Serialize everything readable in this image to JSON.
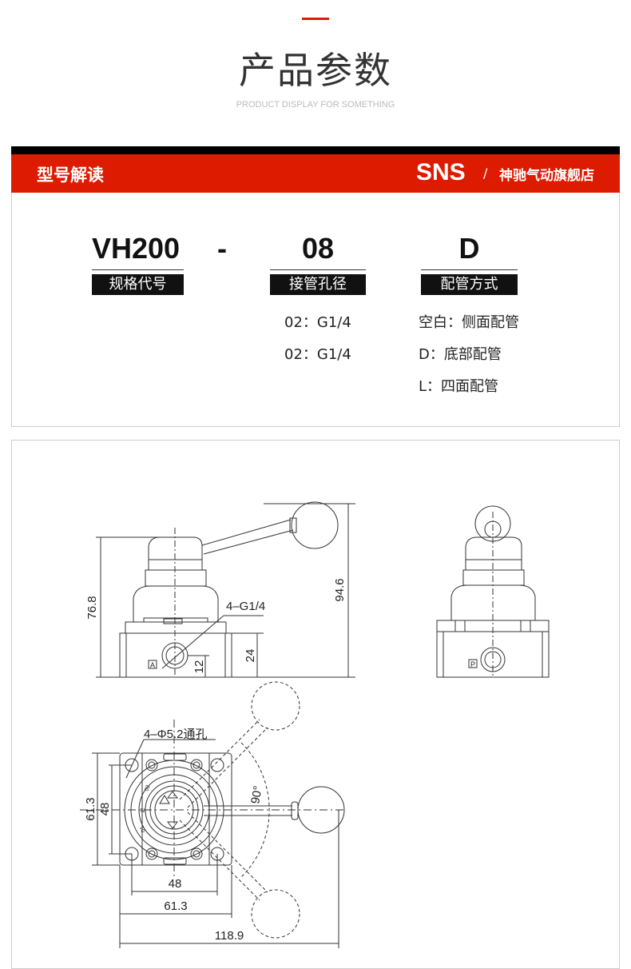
{
  "header": {
    "title": "产品参数",
    "subtitle": "PRODUCT DISPLAY FOR SOMETHING"
  },
  "band": {
    "title": "型号解读",
    "brand": "SNS",
    "slash": "/",
    "shop": "神驰气动旗舰店"
  },
  "model": {
    "parts": [
      {
        "code": "VH200",
        "label": "规格代号"
      },
      {
        "code": "08",
        "label": "接管孔径"
      },
      {
        "code": "D",
        "label": "配管方式"
      }
    ],
    "dash": "-",
    "bore_options": [
      "02：G1/4",
      "02：G1/4"
    ],
    "piping_options": [
      "空白：侧面配管",
      "D：底部配管",
      "L：四面配管"
    ]
  },
  "drawing": {
    "front": {
      "height_body": "76.8",
      "height_total": "94.6",
      "port": "4–G1/4",
      "base_h": "24",
      "port_h": "12",
      "port_label": "A"
    },
    "side": {
      "port_label": "P"
    },
    "top": {
      "holes": "4–Φ5.2通孔",
      "outer_v": "61.3",
      "inner_v": "48",
      "inner_h": "48",
      "outer_h": "61.3",
      "total_w": "118.9",
      "angle": "90°",
      "dial": [
        "02",
        "N",
        "01"
      ]
    }
  }
}
